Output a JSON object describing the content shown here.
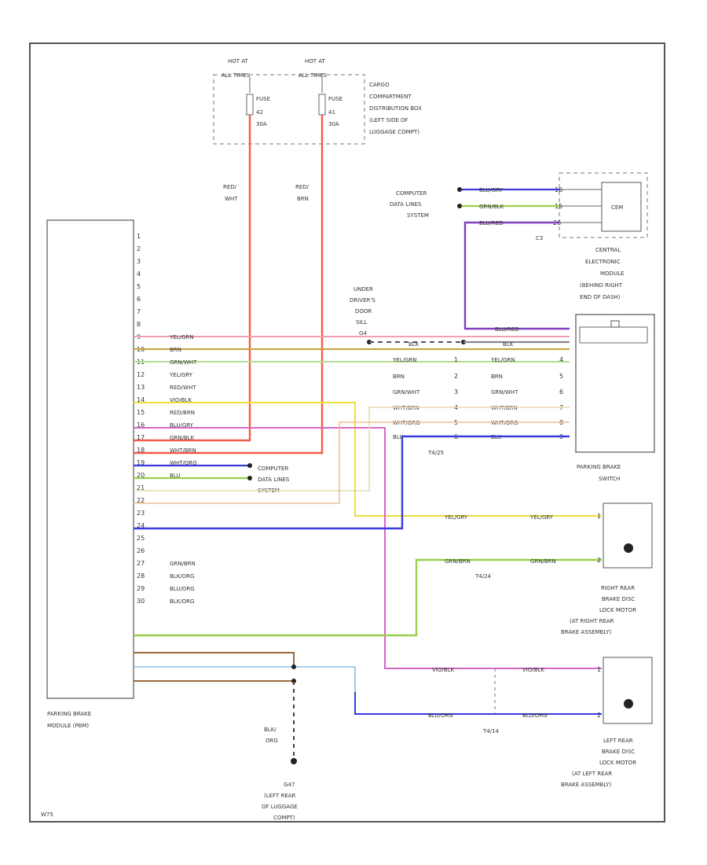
{
  "figure_id": "W75",
  "colors": {
    "red": "#f25a4a",
    "brown": "#9b6a3c",
    "yellow": "#eedf3a",
    "green": "#9bd04a",
    "pink": "#d468c8",
    "blue": "#3a3ae0",
    "tan": "#f0a860",
    "gray": "#888888",
    "purple": "#8040c0"
  },
  "fuse_box": {
    "hot1": [
      "HOT AT",
      "ALL TIMES"
    ],
    "hot2": [
      "HOT AT",
      "ALL TIMES"
    ],
    "fuse1": [
      "FUSE",
      "42",
      "30A"
    ],
    "fuse2": [
      "FUSE",
      "41",
      "30A"
    ],
    "label": [
      "CARGO",
      "COMPARTMENT",
      "DISTRIBUTION BOX",
      "(LEFT SIDE OF",
      "LUGGAGE COMPT)"
    ],
    "wire1": [
      "RED/",
      "WHT"
    ],
    "wire2": [
      "RED/",
      "BRN"
    ]
  },
  "pbm": {
    "label": [
      "PARKING BRAKE",
      "MODULE (PBM)"
    ],
    "pins": [
      "1",
      "2",
      "3",
      "4",
      "5",
      "6",
      "7",
      "8",
      "9",
      "10",
      "11",
      "12",
      "13",
      "14",
      "15",
      "16",
      "17",
      "18",
      "19",
      "20",
      "21",
      "22",
      "23",
      "24",
      "25",
      "26",
      "27",
      "28",
      "29",
      "30"
    ],
    "wires": [
      {
        "pin": 9,
        "label": "YEL/GRN",
        "color": "#f2a0b0"
      },
      {
        "pin": 10,
        "label": "BRN",
        "color": "#c8a040"
      },
      {
        "pin": 11,
        "label": "GRN/WHT",
        "color": "#b0e090"
      },
      {
        "pin": 12,
        "label": "YEL/GRY",
        "color": "#eedf3a"
      },
      {
        "pin": 13,
        "label": "RED/WHT",
        "color": "#f25a4a"
      },
      {
        "pin": 14,
        "label": "VIO/BLK",
        "color": "#d468c8"
      },
      {
        "pin": 15,
        "label": "RED/BRN",
        "color": "#f25a4a"
      },
      {
        "pin": 16,
        "label": "BLU/GRY",
        "color": "#3a3ae0"
      },
      {
        "pin": 17,
        "label": "GRN/BLK",
        "color": "#9bd04a"
      },
      {
        "pin": 18,
        "label": "WHT/BRN",
        "color": "#e8d8b0"
      },
      {
        "pin": 19,
        "label": "WHT/ORG",
        "color": "#f0c090"
      },
      {
        "pin": 20,
        "label": "BLU",
        "color": "#3a3ae0"
      },
      {
        "pin": 27,
        "label": "GRN/BRN",
        "color": "#9bd04a"
      },
      {
        "pin": 28,
        "label": "BLK/ORG",
        "color": "#9b6a3c"
      },
      {
        "pin": 29,
        "label": "BLU/ORG",
        "color": "#8ac0e0"
      },
      {
        "pin": 30,
        "label": "BLK/ORG",
        "color": "#9b6a3c"
      }
    ],
    "cdl": [
      "COMPUTER",
      "DATA LINES",
      "SYSTEM"
    ]
  },
  "cem": {
    "name": "CEM",
    "connector": "C3",
    "pins": [
      "16",
      "15",
      "26"
    ],
    "wires": [
      "BLU/GRY",
      "GRN/BLK",
      "BLU/RED"
    ],
    "cdl": [
      "COMPUTER",
      "DATA LINES",
      "SYSTEM"
    ],
    "label": [
      "CENTRAL",
      "ELECTRONIC",
      "MODULE",
      "(BEHIND RIGHT",
      "END OF DASH)"
    ]
  },
  "door": {
    "label": [
      "UNDER",
      "DRIVER'S",
      "DOOR",
      "SILL",
      "G4"
    ],
    "wire": "BLK"
  },
  "switch": {
    "label": [
      "PARKING BRAKE",
      "SWITCH"
    ],
    "connector": "T4/25",
    "rows": [
      {
        "left": "YEL/GRN",
        "pin": "1",
        "right": "YEL/GRN",
        "rpin": "4"
      },
      {
        "left": "BRN",
        "pin": "2",
        "right": "BRN",
        "rpin": "5"
      },
      {
        "left": "GRN/WHT",
        "pin": "3",
        "right": "GRN/WHT",
        "rpin": "6"
      },
      {
        "left": "WHT/BRN",
        "pin": "4",
        "right": "WHT/BRN",
        "rpin": "7"
      },
      {
        "left": "WHT/ORG",
        "pin": "5",
        "right": "WHT/ORG",
        "rpin": "8"
      },
      {
        "left": "BLU",
        "pin": "6",
        "right": "BLU",
        "rpin": "9"
      }
    ],
    "top_wires": [
      "BLU/RED",
      "BLK"
    ]
  },
  "right_motor": {
    "label": [
      "RIGHT REAR",
      "BRAKE DISC",
      "LOCK MOTOR",
      "(AT RIGHT REAR",
      "BRAKE ASSEMBLY)"
    ],
    "connector": "T4/24",
    "wire_top": "YEL/GRY",
    "wire_bot": "GRN/BRN",
    "pins": [
      "1",
      "2"
    ]
  },
  "left_motor": {
    "label": [
      "LEFT REAR",
      "BRAKE DISC",
      "LOCK MOTOR",
      "(AT LEFT REAR",
      "BRAKE ASSEMBLY)"
    ],
    "connector": "T4/14",
    "wire_top": "VIO/BLK",
    "wire_bot": "BLU/ORG",
    "pins": [
      "1",
      "2"
    ]
  },
  "ground": {
    "wire": [
      "BLK/",
      "ORG"
    ],
    "label": [
      "G47",
      "(LEFT REAR",
      "OF LUGGAGE",
      "COMPT)"
    ]
  }
}
